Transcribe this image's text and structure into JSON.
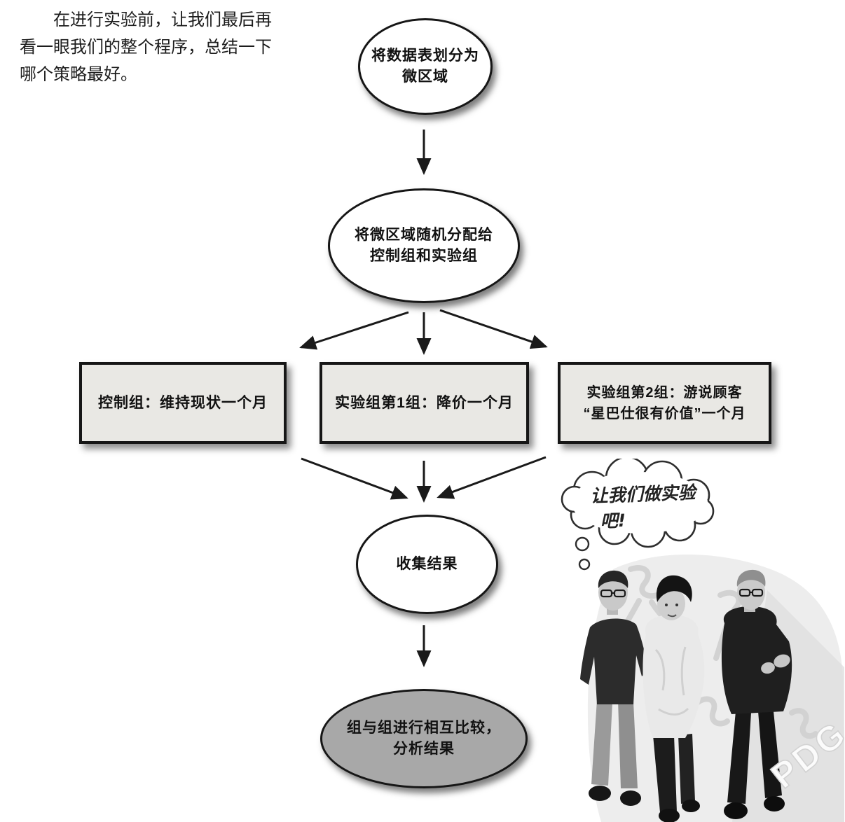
{
  "colors": {
    "page_bg": "#ffffff",
    "node_border": "#161616",
    "ellipse_fill": "#ffffff",
    "box_fill": "#e9e8e4",
    "result_ellipse_fill": "#a8a8a8",
    "arrow": "#1a1a1a",
    "photo_floor": "#ededed"
  },
  "intro": {
    "text": "在进行实验前，让我们最后再看一眼我们的整个程序，总结一下哪个策略最好。"
  },
  "flowchart": {
    "step_divide": {
      "line1": "将数据表划分为",
      "line2": "微区域"
    },
    "step_assign": {
      "line1": "将微区域随机分配给",
      "line2": "控制组和实验组"
    },
    "branch_control": {
      "label": "控制组：维持现状一个月"
    },
    "branch_exp1": {
      "label": "实验组第1组：降价一个月"
    },
    "branch_exp2": {
      "line1": "实验组第2组：游说顾客",
      "line2": "“星巴仕很有价值”一个月"
    },
    "step_collect": {
      "label": "收集结果"
    },
    "step_compare": {
      "line1": "组与组进行相互比较，",
      "line2": "分析结果"
    }
  },
  "thought_bubble": {
    "line1": "让我们做实验",
    "line2": "吧!"
  },
  "watermark": {
    "text": "PDG"
  }
}
